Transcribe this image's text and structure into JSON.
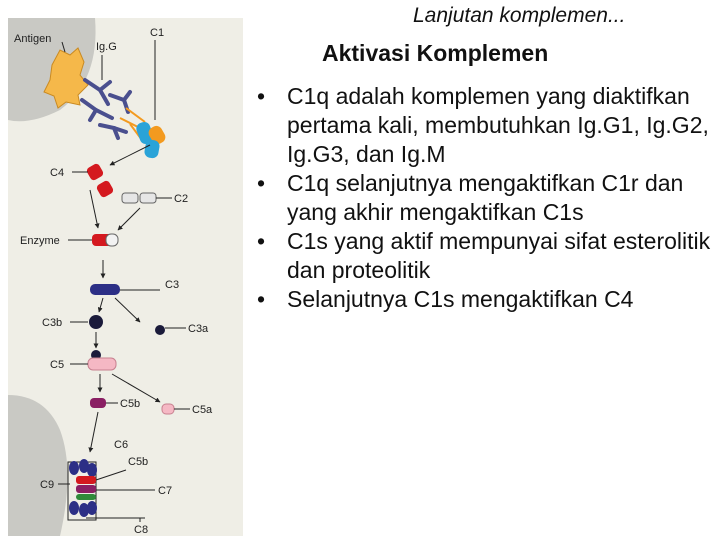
{
  "header": {
    "subtitle": "Lanjutan komplemen...",
    "title": "Aktivasi Komplemen"
  },
  "bullets": [
    "C1q adalah komplemen yang diaktifkan pertama kali, membutuhkan Ig.G1, Ig.G2, Ig.G3, dan Ig.M",
    "C1q selanjutnya mengaktifkan C1r dan yang akhir mengaktifkan C1s",
    "C1s yang aktif mempunyai sifat esterolitik dan proteolitik",
    "Selanjutnya C1s mengaktifkan C4"
  ],
  "diagram": {
    "labels": {
      "antigen": "Antigen",
      "igg": "Ig.G",
      "c1": "C1",
      "c4": "C4",
      "c2": "C2",
      "enzyme": "Enzyme",
      "c3": "C3",
      "c3b": "C3b",
      "c3a": "C3a",
      "c5": "C5",
      "c5b": "C5b",
      "c5a": "C5a",
      "c6": "C6",
      "c5b_2": "C5b",
      "c9": "C9",
      "c7": "C7",
      "c8": "C8"
    },
    "colors": {
      "background": "#efeee6",
      "cell": "#c9c9c4",
      "antigen": "#f5b84a",
      "antibody": "#4a4f8e",
      "c1_blue": "#2aa3d8",
      "c1_orange": "#f39a1f",
      "red": "#d4191f",
      "navy": "#2c2f86",
      "pink": "#f5b8c4",
      "purple": "#8a1f63",
      "green": "#2f8a3a"
    }
  }
}
